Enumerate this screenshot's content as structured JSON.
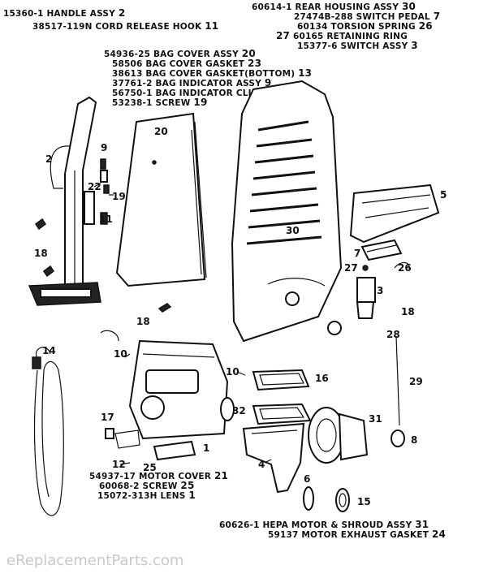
{
  "part_list": [
    {
      "text": "15360-1 HANDLE ASSY",
      "ref": "2"
    },
    {
      "text": "38517-119N CORD RELEASE HOOK",
      "ref": "11"
    },
    {
      "text": "60614-1 REAR HOUSING ASSY",
      "ref": "30"
    },
    {
      "text": "27474B-288 SWITCH PEDAL",
      "ref": "7"
    },
    {
      "text": "60134 TORSION SPRING",
      "ref": "26"
    },
    {
      "text": "60165 RETAINING RING",
      "ref": "27"
    },
    {
      "text": "15377-6 SWITCH ASSY",
      "ref": "3"
    },
    {
      "text": "54936-25 BAG COVER ASSY",
      "ref": "20"
    },
    {
      "text": "58506 BAG COVER GASKET",
      "ref": "23"
    },
    {
      "text": "38613 BAG COVER GASKET(BOTTOM)",
      "ref": "13"
    },
    {
      "text": "37761-2 BAG INDICATOR ASSY",
      "ref": "9"
    },
    {
      "text": "56750-1 BAG INDICATOR CLIP",
      "ref": "22"
    },
    {
      "text": "53238-1 SCREW",
      "ref": "19"
    },
    {
      "text": "54937-17 MOTOR COVER",
      "ref": "21"
    },
    {
      "text": "60068-2 SCREW",
      "ref": "25"
    },
    {
      "text": "15072-313H LENS",
      "ref": "1"
    },
    {
      "text": "60626-1 HEPA MOTOR & SHROUD ASSY",
      "ref": "31"
    },
    {
      "text": "59137 MOTOR EXHAUST GASKET",
      "ref": "24"
    }
  ],
  "callouts": [
    "20",
    "9",
    "2",
    "22",
    "19",
    "11",
    "18",
    "30",
    "5",
    "7",
    "27",
    "26",
    "3",
    "18",
    "28",
    "18",
    "10",
    "10",
    "16",
    "29",
    "32",
    "31",
    "8",
    "17",
    "1",
    "12",
    "25",
    "4",
    "6",
    "15",
    "14"
  ],
  "watermark": "eReplacementParts.com"
}
